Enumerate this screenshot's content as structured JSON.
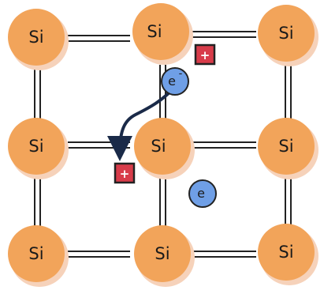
{
  "atom_label": "Si",
  "electron_label": "e",
  "electron_charge": "-",
  "hole_label": "+",
  "colors": {
    "atom": "#f2a45a",
    "atom_shadow": "#f6d2ba",
    "bond": "#222222",
    "electron": "#6f9fe6",
    "hole": "#d83c4a",
    "arrow": "#1a2a48"
  },
  "atoms": [
    {
      "row": 0,
      "col": 0
    },
    {
      "row": 0,
      "col": 1
    },
    {
      "row": 0,
      "col": 2
    },
    {
      "row": 1,
      "col": 0
    },
    {
      "row": 1,
      "col": 1
    },
    {
      "row": 1,
      "col": 2
    },
    {
      "row": 2,
      "col": 0
    },
    {
      "row": 2,
      "col": 1
    },
    {
      "row": 2,
      "col": 2
    }
  ],
  "electrons": [
    {
      "name": "electron-moving",
      "charge_shown": true
    },
    {
      "name": "electron-free",
      "charge_shown": false
    }
  ],
  "holes": [
    {
      "name": "hole-upper"
    },
    {
      "name": "hole-lower"
    }
  ]
}
